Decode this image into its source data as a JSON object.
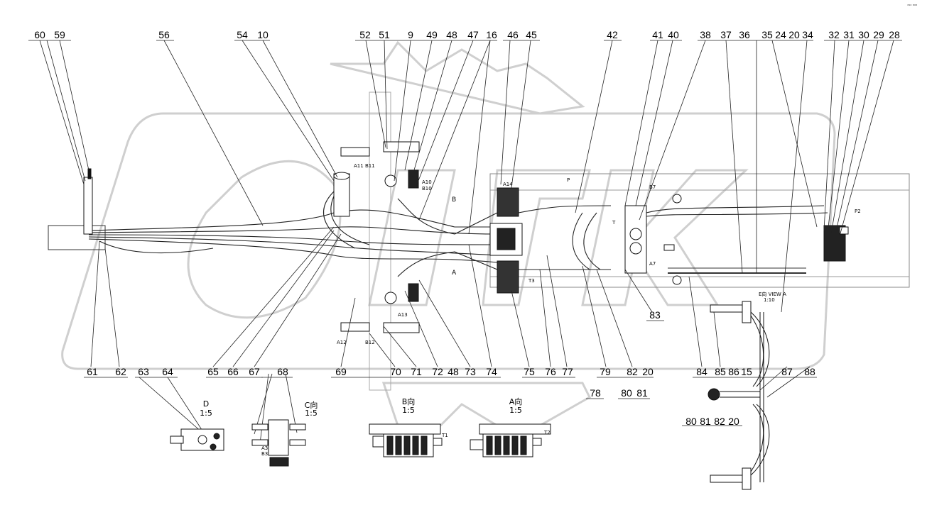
{
  "corner_mark": "⁸¹⁰ ⁸⁰⁸",
  "top_callouts": [
    "60",
    "59",
    "56",
    "54",
    "10",
    "52",
    "51",
    "9",
    "49",
    "48",
    "47",
    "16",
    "46",
    "45",
    "42",
    "41",
    "40",
    "38",
    "37",
    "36",
    "35",
    "24",
    "20",
    "34",
    "32",
    "31",
    "30",
    "29",
    "28"
  ],
  "bottom_callouts": [
    "61",
    "62",
    "63",
    "64",
    "65",
    "66",
    "67",
    "68",
    "69",
    "70",
    "71",
    "72",
    "48",
    "73",
    "74",
    "75",
    "76",
    "77",
    "78",
    "79",
    "82",
    "20",
    "80",
    "81",
    "83",
    "84",
    "85",
    "86",
    "15",
    "87",
    "88"
  ],
  "extra_callouts": [
    "80",
    "81",
    "82",
    "20"
  ],
  "views": {
    "view_d": {
      "name": "D",
      "scale": "1:5"
    },
    "view_c": {
      "name": "C向",
      "scale": "1:5"
    },
    "view_b": {
      "name": "B向",
      "scale": "1:5"
    },
    "view_a": {
      "name": "A向",
      "scale": "1:5"
    },
    "view_e": {
      "name": "E向 VIEW A",
      "scale": "1:10"
    }
  },
  "direction_marks": {
    "b_arrow": "B",
    "a_arrow": "A"
  },
  "port_labels": [
    "A14",
    "A13",
    "A10",
    "B10",
    "A11",
    "B11",
    "A12",
    "B12",
    "T",
    "P",
    "T1",
    "T2",
    "T3",
    "P2",
    "A7",
    "B7",
    "A3",
    "B3"
  ]
}
